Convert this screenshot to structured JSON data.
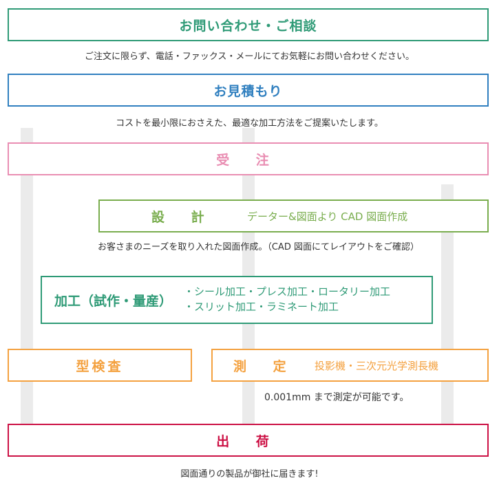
{
  "colors": {
    "teal": "#2e9a76",
    "blue": "#2f7fbf",
    "pink": "#e98db2",
    "green": "#79ad4d",
    "orange": "#f4a13f",
    "crimson": "#cc1044",
    "rail": "#ebebeb",
    "text": "#333333"
  },
  "steps": {
    "inquiry": {
      "title": "お問い合わせ・ご相談",
      "desc": "ご注文に限らず、電話・ファックス・メールにてお気軽にお問い合わせください。"
    },
    "estimate": {
      "title": "お見積もり",
      "desc": "コストを最小限におさえた、最適な加工方法をご提案いたします。"
    },
    "order": {
      "title": "受 注"
    },
    "design": {
      "title": "設 計",
      "sub": "データー&図面より CAD 図面作成",
      "desc": "お客さまのニーズを取り入れた図面作成。（CAD 図面にてレイアウトをご確認）"
    },
    "processing": {
      "title": "加工（試作・量産）",
      "lines": [
        "・シール加工・プレス加工・ロータリー加工",
        "・スリット加工・ラミネート加工"
      ]
    },
    "inspection": {
      "title": "型検査"
    },
    "measurement": {
      "title": "測 定",
      "sub": "投影機・三次元光学測長機",
      "desc": "0.001mm まで測定が可能です。"
    },
    "shipping": {
      "title": "出 荷",
      "desc": "図面通りの製品が御社に届きます!"
    }
  }
}
